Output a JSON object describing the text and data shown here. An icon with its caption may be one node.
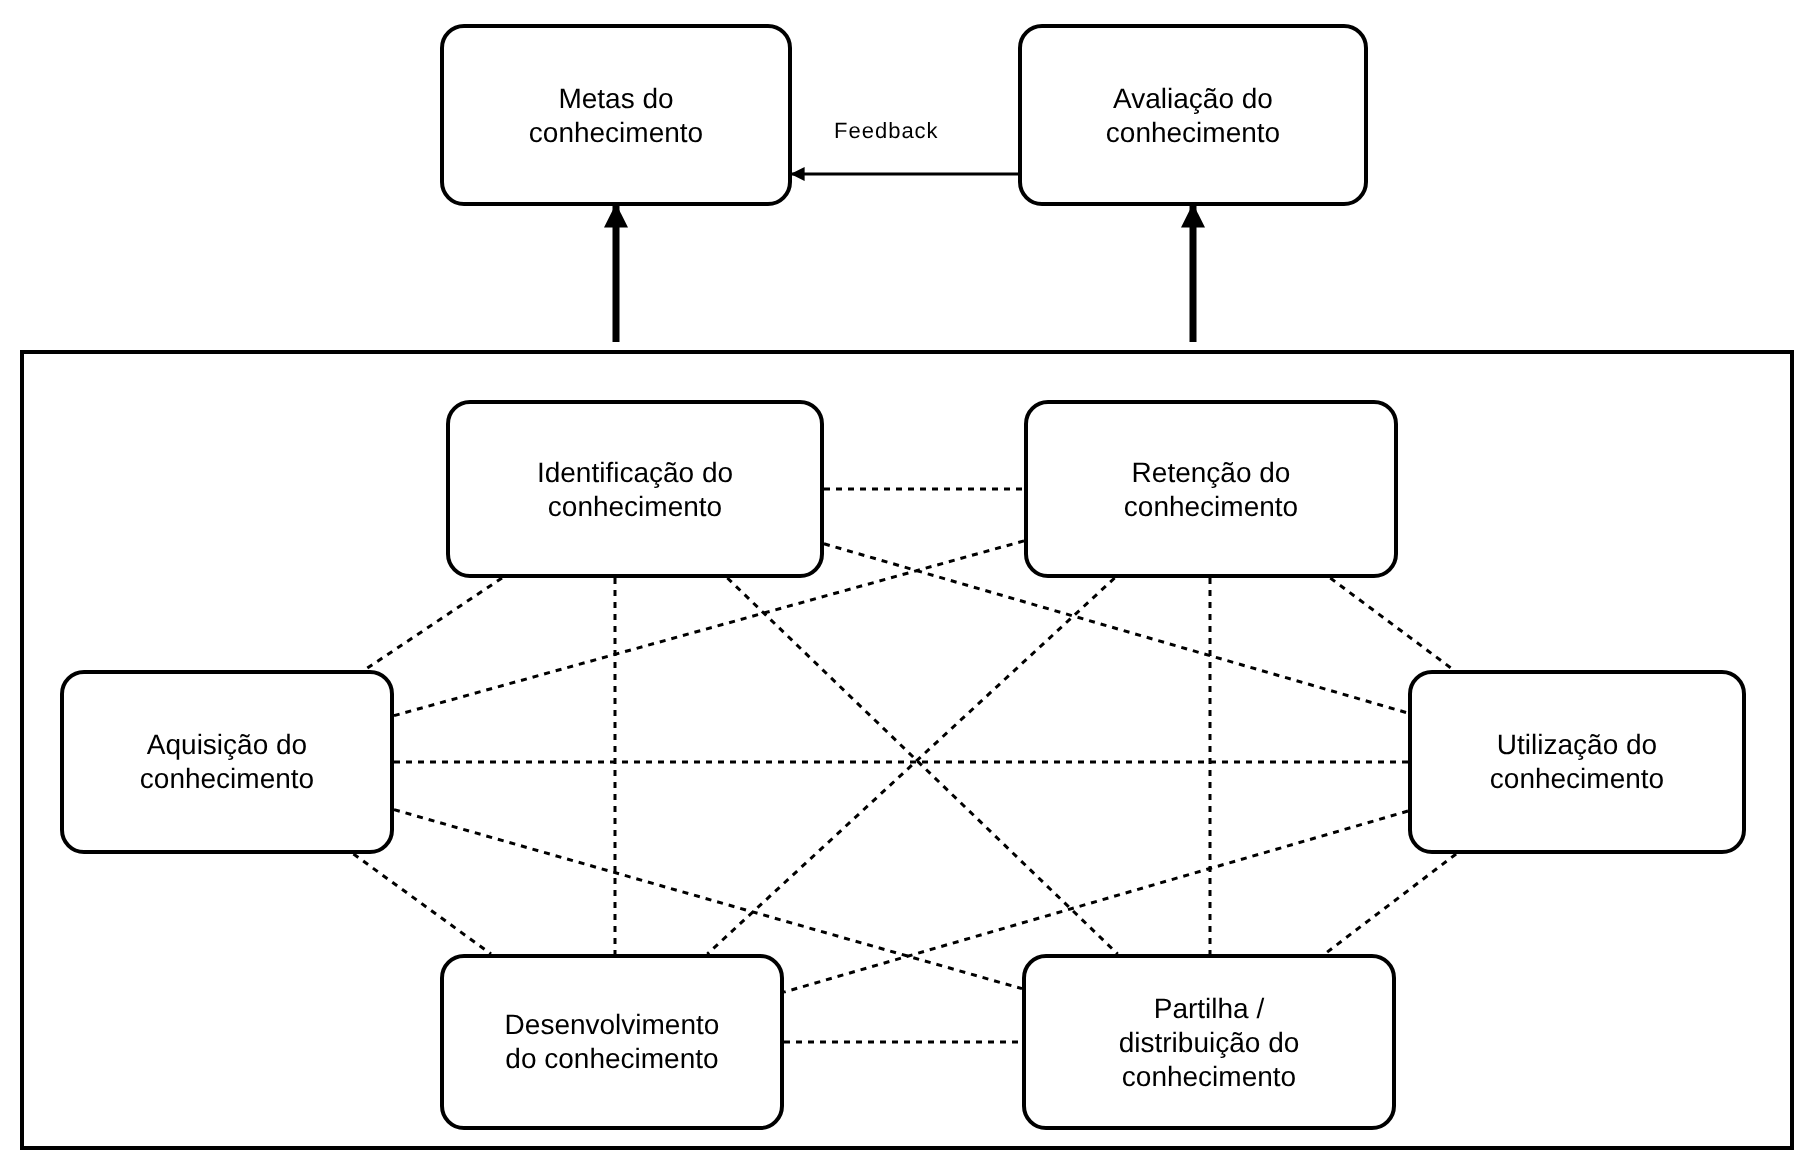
{
  "diagram": {
    "nodes": [
      {
        "text": [
          "Metas do conhecimento"
        ]
      },
      {
        "text": [
          "Avaliação do conhecimento"
        ]
      },
      {
        "text": [],
        "shape": "box"
      },
      {
        "text": [
          "Identificação do conhecimento"
        ],
        "in": 2
      },
      {
        "text": [
          "Retenção do conhecimento"
        ],
        "in": 2
      },
      {
        "text": [
          "Aquisição do conhecimento"
        ],
        "in": 2
      },
      {
        "text": [
          "Utilização do conhecimento"
        ],
        "in": 2
      },
      {
        "text": [
          "Desenvolvimento do conhecimento"
        ],
        "in": 2
      },
      {
        "text": [
          "Partilha / distribuição do conhecimento"
        ],
        "in": 2
      }
    ],
    "edges": [
      {
        "from": 1,
        "to": 0,
        "arrow": "to",
        "label": "Feedback"
      },
      {
        "from": 2,
        "to": 0,
        "arrow": "to",
        "style": "thick"
      },
      {
        "from": 2,
        "to": 1,
        "arrow": "to",
        "style": "thick"
      },
      {
        "from": 3,
        "to": 4,
        "arrow": "none",
        "style": "dashed"
      },
      {
        "from": 3,
        "to": 5,
        "arrow": "none",
        "style": "dashed"
      },
      {
        "from": 3,
        "to": 6,
        "arrow": "none",
        "style": "dashed"
      },
      {
        "from": 3,
        "to": 7,
        "arrow": "none",
        "style": "dashed"
      },
      {
        "from": 3,
        "to": 8,
        "arrow": "none",
        "style": "dashed"
      },
      {
        "from": 4,
        "to": 5,
        "arrow": "none",
        "style": "dashed"
      },
      {
        "from": 4,
        "to": 6,
        "arrow": "none",
        "style": "dashed"
      },
      {
        "from": 4,
        "to": 7,
        "arrow": "none",
        "style": "dashed"
      },
      {
        "from": 4,
        "to": 8,
        "arrow": "none",
        "style": "dashed"
      },
      {
        "from": 5,
        "to": 6,
        "arrow": "none",
        "style": "dashed"
      },
      {
        "from": 5,
        "to": 7,
        "arrow": "none",
        "style": "dashed"
      },
      {
        "from": 5,
        "to": 8,
        "arrow": "none",
        "style": "dashed"
      },
      {
        "from": 6,
        "to": 7,
        "arrow": "none",
        "style": "dashed"
      },
      {
        "from": 6,
        "to": 8,
        "arrow": "none",
        "style": "dashed"
      },
      {
        "from": 7,
        "to": 8,
        "arrow": "none",
        "style": "dashed"
      }
    ]
  }
}
